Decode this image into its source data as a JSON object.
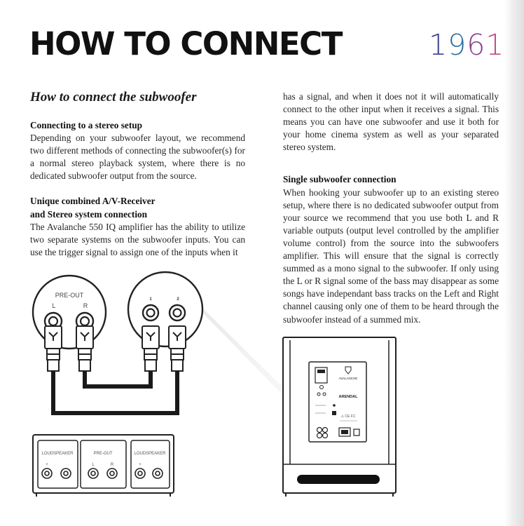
{
  "header": {
    "title": "HOW TO CONNECT",
    "brand_chars": [
      "1",
      "9",
      "6",
      "1"
    ],
    "brand_colors": [
      "#3b3f8f",
      "#2e6f9e",
      "#8a3f8c",
      "#c14a86"
    ]
  },
  "section": {
    "heading": "How to connect the subwoofer"
  },
  "left_column": {
    "stereo_heading": "Connecting to a stereo setup",
    "stereo_text": "Depending on your subwoofer layout, we recommend two different methods of connecting the subwoofer(s) for a normal stereo playback system, where there is no dedicated subwoofer output from the source.",
    "combined_heading_1": "Unique combined A/V-Receiver",
    "combined_heading_2": "and Stereo system connection",
    "combined_text": "The Avalanche 550 IQ amplifier has the ability to utilize two separate systems on the subwoofer inputs. You can use the trigger signal to assign one of the inputs when it"
  },
  "right_column": {
    "continued_text": "has a signal, and when it does not it will automatically connect to the other input when it receives a signal. This means you can have one subwoofer and use it both for your home cinema system as well as your separated stereo system.",
    "single_heading": "Single subwoofer connection",
    "single_text": "When hooking your subwoofer up to an existing stereo setup, where there is no dedicated subwoofer output from your source we recommend that you use both L and R variable outputs (output level controlled by the amplifier volume control) from the source into the subwoofers amplifier. This will ensure that the signal is correctly summed as a mono signal to the subwoofer. If only using the L or R signal some of the bass may disappear as some songs have independant bass tracks on the Left and Right channel causing only one of them to be heard through the subwoofer instead of a summed mix."
  },
  "diagram": {
    "preout_label": "PRE-OUT",
    "left_label": "L",
    "right_label": "R",
    "sub_input_1": "1",
    "sub_input_2": "2",
    "amp_loudspeaker_left": "LOUDSPEAKER",
    "amp_preout": "PRE-OUT",
    "amp_loudspeaker_right": "LOUDSPEAKER",
    "amp_plus_left": "+",
    "amp_l": "L",
    "amp_r": "R",
    "amp_plus_right": "+",
    "panel_brand": "AVALANCHE",
    "panel_model": "ARENDAL"
  }
}
